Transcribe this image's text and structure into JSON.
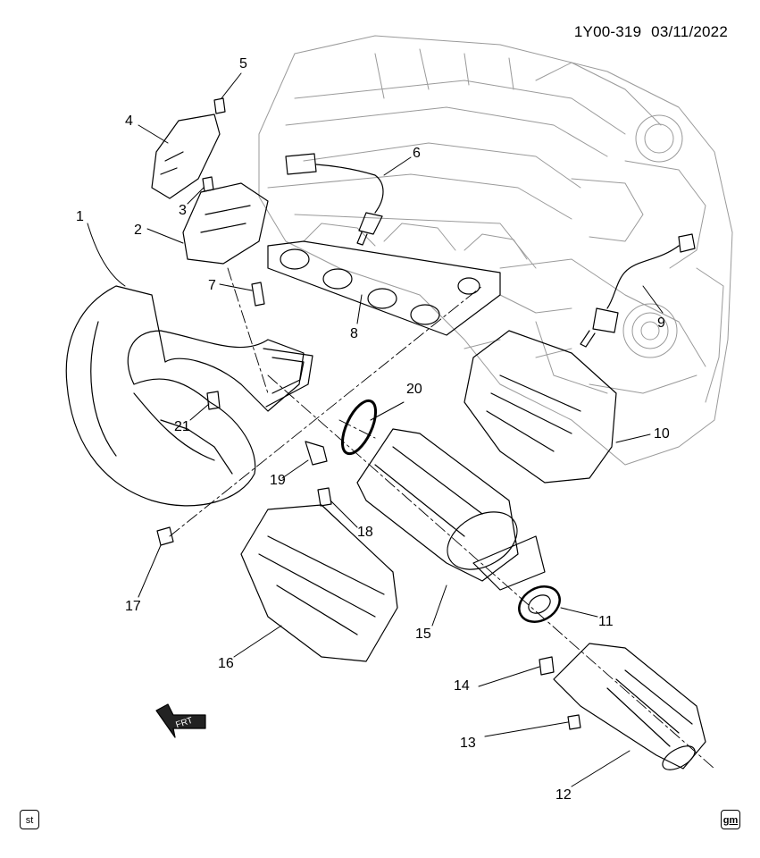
{
  "header": {
    "code": "1Y00-319",
    "date": "03/11/2022"
  },
  "callouts": [
    {
      "id": "1",
      "label": "1"
    },
    {
      "id": "2",
      "label": "2"
    },
    {
      "id": "3",
      "label": "3"
    },
    {
      "id": "4",
      "label": "4"
    },
    {
      "id": "5",
      "label": "5"
    },
    {
      "id": "6",
      "label": "6"
    },
    {
      "id": "7",
      "label": "7"
    },
    {
      "id": "8",
      "label": "8"
    },
    {
      "id": "9",
      "label": "9"
    },
    {
      "id": "10",
      "label": "10"
    },
    {
      "id": "11",
      "label": "11"
    },
    {
      "id": "12",
      "label": "12"
    },
    {
      "id": "13",
      "label": "13"
    },
    {
      "id": "14",
      "label": "14"
    },
    {
      "id": "15",
      "label": "15"
    },
    {
      "id": "16",
      "label": "16"
    },
    {
      "id": "17",
      "label": "17"
    },
    {
      "id": "18",
      "label": "18"
    },
    {
      "id": "19",
      "label": "19"
    },
    {
      "id": "20",
      "label": "20"
    },
    {
      "id": "21",
      "label": "21"
    }
  ],
  "direction_indicator": {
    "label": "FRT",
    "icon": "front-arrow-icon"
  },
  "badges": {
    "left": "st",
    "right": "gm"
  }
}
